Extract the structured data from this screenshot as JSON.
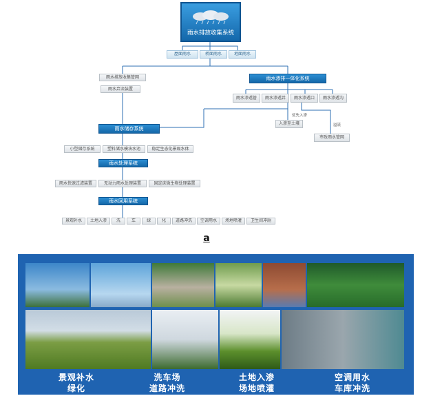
{
  "diagram": {
    "title": "雨水排放收集系统",
    "sources": [
      "屋面雨水",
      "桥面雨水",
      "地面雨水"
    ],
    "collection": {
      "pipe": "雨水排放收集管网",
      "diverter": "雨水弃流装置"
    },
    "infiltration": {
      "label": "雨水渗排一体化系统",
      "items": [
        "雨水渗透管",
        "雨水渗透井",
        "雨水渗透口",
        "雨水渗透沟"
      ],
      "outlet_soil": "入渗至土壤",
      "outlet_muni": "市政雨水管网",
      "note_priority": "优先入渗",
      "note_overflow": "溢流"
    },
    "storage": {
      "label": "雨水储存系统",
      "items": [
        "小型储存系统",
        "塑料储水模块水池",
        "稳定生态化景观水体"
      ]
    },
    "treatment": {
      "label": "雨水处理系统",
      "items": [
        "雨水快速过滤装置",
        "无动力雨水处理装置",
        "固定床微生物处理装置"
      ]
    },
    "reuse": {
      "label": "雨水回用系统",
      "items": [
        "景观补水",
        "土地入渗",
        "洗",
        "车",
        "绿",
        "化",
        "道路冲洗",
        "空调用水",
        "场地喷灌",
        "卫生间冲厕"
      ]
    }
  },
  "figure_label": "a",
  "photo_panel": {
    "captions": [
      {
        "line1": "景观补水",
        "line2": "绿化"
      },
      {
        "line1": "洗车场",
        "line2": "道路冲洗"
      },
      {
        "line1": "土地入渗",
        "line2": "场地喷灌"
      },
      {
        "line1": "空调用水",
        "line2": "车库冲洗"
      }
    ]
  },
  "colors": {
    "blue_box": "#1a75bb",
    "panel_blue": "#1f63b1",
    "connector": "#2d6fb3"
  }
}
